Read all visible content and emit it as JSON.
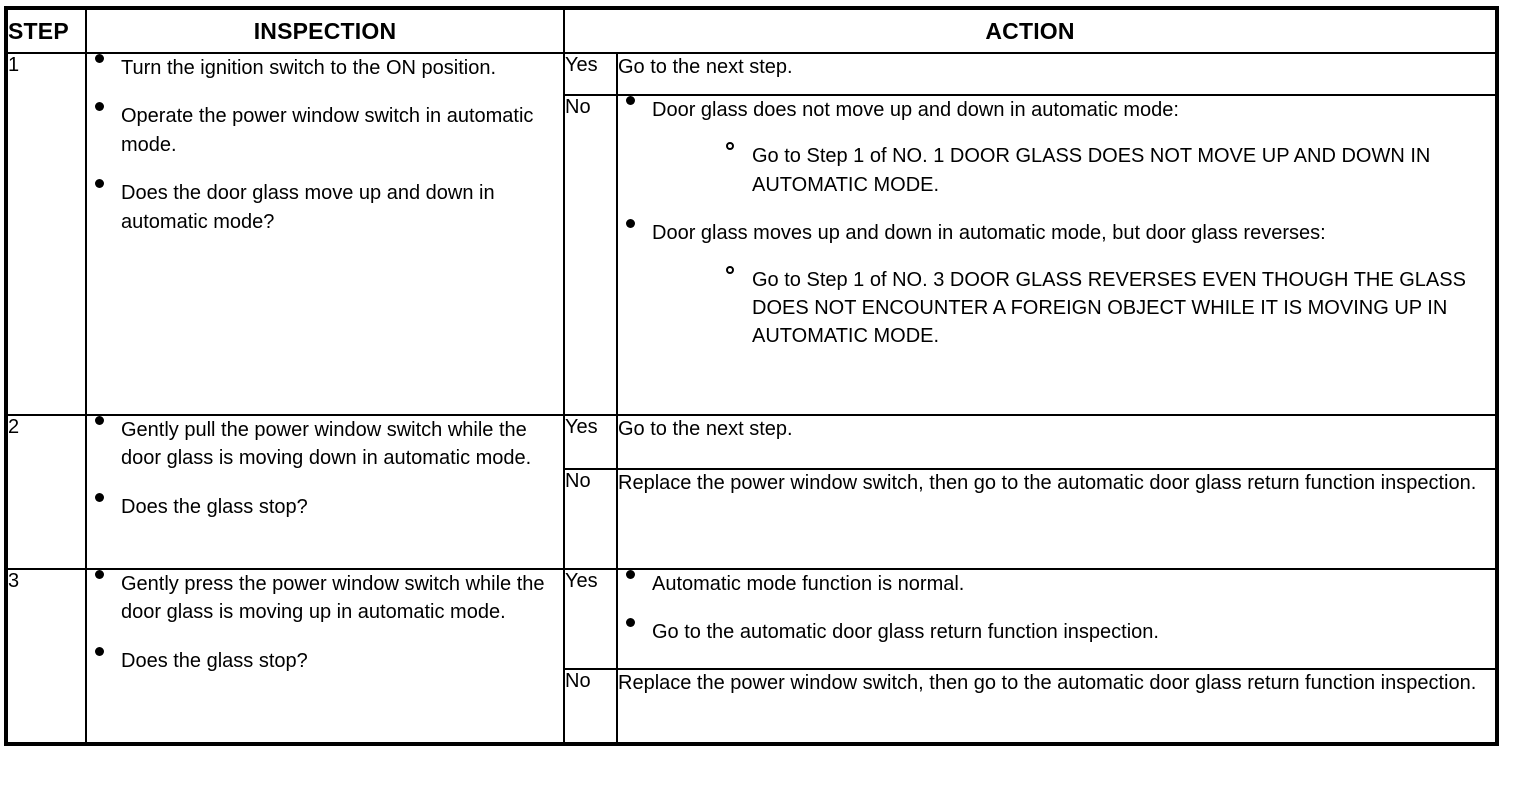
{
  "table": {
    "headers": {
      "step": "STEP",
      "inspection": "INSPECTION",
      "action": "ACTION"
    },
    "answer_labels": {
      "yes": "Yes",
      "no": "No"
    },
    "rows": [
      {
        "step": "1",
        "inspection_bullets": [
          "Turn the ignition switch to the ON position.",
          "Operate the power window switch in automatic mode.",
          "Does the door glass move up and down in automatic mode?"
        ],
        "yes": {
          "label": "Yes",
          "text": "Go to the next step."
        },
        "no": {
          "label": "No",
          "bullets": [
            {
              "text": "Door glass does not move up and down in automatic mode:",
              "sub": [
                "Go to Step 1 of NO. 1 DOOR GLASS DOES NOT MOVE UP AND DOWN IN AUTOMATIC MODE."
              ]
            },
            {
              "text": "Door glass moves up and down in automatic mode, but door glass reverses:",
              "sub": [
                "Go to Step 1 of NO. 3 DOOR GLASS REVERSES EVEN THOUGH THE GLASS DOES NOT ENCOUNTER A FOREIGN OBJECT WHILE IT IS MOVING UP IN AUTOMATIC MODE."
              ]
            }
          ]
        }
      },
      {
        "step": "2",
        "inspection_bullets": [
          "Gently pull the power window switch while the door glass is moving down in automatic mode.",
          "Does the glass stop?"
        ],
        "yes": {
          "label": "Yes",
          "text": "Go to the next step."
        },
        "no": {
          "label": "No",
          "text": "Replace the power window switch, then go to the automatic door glass return function inspection."
        }
      },
      {
        "step": "3",
        "inspection_bullets": [
          "Gently press the power window switch while the door glass is moving up in automatic mode.",
          "Does the glass stop?"
        ],
        "yes": {
          "label": "Yes",
          "bullets": [
            "Automatic mode function is normal.",
            "Go to the automatic door glass return function inspection."
          ]
        },
        "no": {
          "label": "No",
          "text": "Replace the power window switch, then go to the automatic door glass return function inspection."
        }
      }
    ]
  },
  "colors": {
    "ink": "#000000",
    "paper": "#ffffff"
  },
  "icons": {
    "filled_bullet": "filled-bullet-icon",
    "hollow_bullet": "hollow-bullet-icon"
  }
}
